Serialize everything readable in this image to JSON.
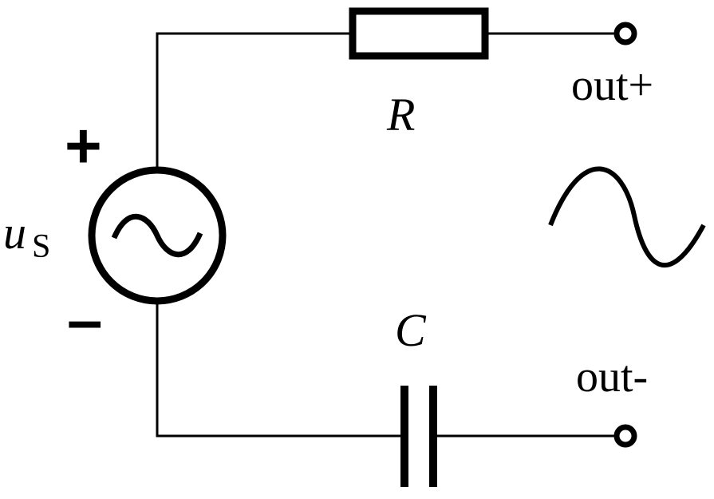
{
  "labels": {
    "resistor": "R",
    "capacitor": "C",
    "source_main": "u",
    "source_sub": "S",
    "plus": "+",
    "minus": "–",
    "out_plus": "out+",
    "out_minus": "out-"
  },
  "colors": {
    "line": "#000000",
    "background": "#ffffff"
  }
}
